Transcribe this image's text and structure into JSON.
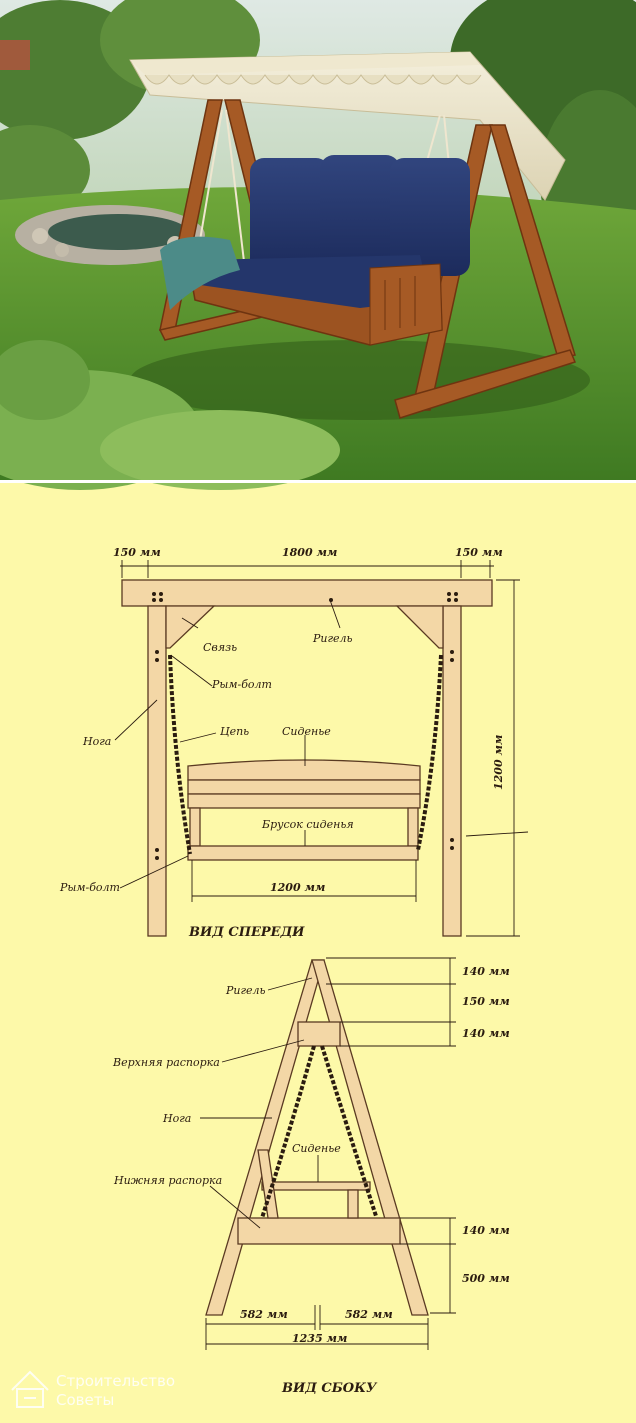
{
  "photo": {
    "description_icon": "garden-swing-photo"
  },
  "front_view": {
    "title": "ВИД СПЕРЕДИ",
    "dims": {
      "left_overhang": "150 мм",
      "span": "1800 мм",
      "right_overhang": "150 мм",
      "height": "1200 мм",
      "seat_width": "1200 мм"
    },
    "labels": {
      "brace": "Связь",
      "beam": "Ригель",
      "eye_bolt_top": "Рым-болт",
      "leg": "Нога",
      "chain": "Цепь",
      "seat": "Сиденье",
      "seat_bar": "Брусок сиденья",
      "eye_bolt_bottom": "Рым-болт"
    }
  },
  "side_view": {
    "title": "ВИД СБОКУ",
    "dims": {
      "top_1": "140 мм",
      "top_2": "150 мм",
      "top_3": "140 мм",
      "bottom_1": "140 мм",
      "bottom_2": "500 мм",
      "half_left": "582 мм",
      "half_right": "582 мм",
      "base": "1235 мм"
    },
    "labels": {
      "beam": "Ригель",
      "upper_strut": "Верхняя распорка",
      "leg": "Нога",
      "seat": "Сиденье",
      "lower_strut": "Нижняя распорка"
    }
  },
  "watermark": {
    "line1": "Строительство",
    "line2": "Советы",
    "icon": "house-logo-icon"
  },
  "colors": {
    "paper": "#fdf9a9",
    "wood": "#f3d7a6",
    "outline": "#5a3a22",
    "chain": "#2b1c10"
  }
}
